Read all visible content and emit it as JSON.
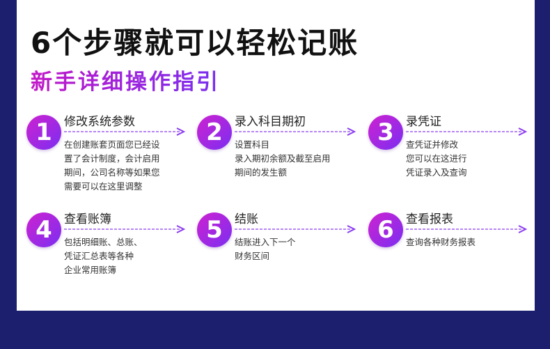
{
  "header": {
    "title": "6个步骤就可以轻松记账",
    "subtitle": "新手详细操作指引"
  },
  "steps": [
    {
      "number": "1",
      "title": "修改系统参数",
      "lines": [
        "在创建账套页面您已经设",
        "置了会计制度，会计启用",
        "期间，公司名称等如果您",
        "需要可以在这里调整"
      ]
    },
    {
      "number": "2",
      "title": "录入科目期初",
      "lines": [
        "设置科目",
        "录入期初余额及截至启用",
        "期间的发生额"
      ]
    },
    {
      "number": "3",
      "title": "录凭证",
      "lines": [
        "查凭证并修改",
        "您可以在这进行",
        "凭证录入及查询"
      ]
    },
    {
      "number": "4",
      "title": "查看账簿",
      "lines": [
        "包括明细账、总账、",
        "凭证汇总表等各种",
        "企业常用账簿"
      ]
    },
    {
      "number": "5",
      "title": "结账",
      "lines": [
        "结账进入下一个",
        "财务区间"
      ]
    },
    {
      "number": "6",
      "title": "查看报表",
      "lines": [
        "查询各种财务报表"
      ]
    }
  ],
  "colors": {
    "background": "#1b1f6e",
    "gradient_start": "#ce22d0",
    "gradient_end": "#7b2ef2",
    "arrow": "#8a3cf0"
  }
}
